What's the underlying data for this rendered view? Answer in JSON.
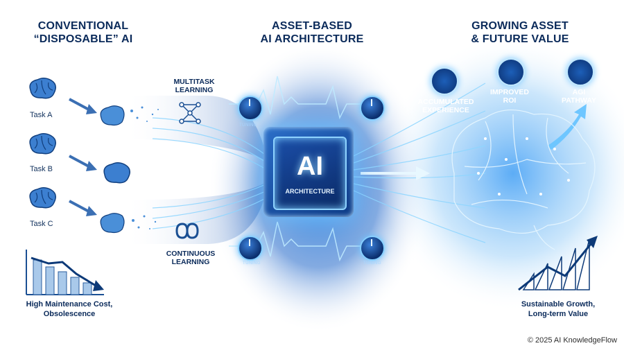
{
  "headings": {
    "left": [
      "CONVENTIONAL",
      "“DISPOSABLE” AI"
    ],
    "center": [
      "ASSET-BASED",
      "AI ARCHITECTURE"
    ],
    "right": [
      "GROWING ASSET",
      "& FUTURE VALUE"
    ]
  },
  "tasks": [
    "Task A",
    "Task B",
    "Task C"
  ],
  "left_inputs": {
    "multitask": [
      "MULTITASK",
      "LEARNING"
    ],
    "continuous": [
      "CONTINUOUS",
      "LEARNING"
    ]
  },
  "chip": {
    "title": "AI",
    "subtitle": "ARCHITECTURE"
  },
  "tuning_label": "TUNING",
  "right_icons": [
    {
      "lines": [
        "ACCUMULATED",
        "EXPERIENCE"
      ],
      "icon": "network-globe-icon"
    },
    {
      "lines": [
        "IMPROVED",
        "ROI"
      ],
      "icon": "growth-chart-icon"
    },
    {
      "lines": [
        "AGI",
        "PATHWAY"
      ],
      "icon": "atom-head-icon"
    }
  ],
  "bottom_left": [
    "High Maintenance Cost,",
    "Obsolescence"
  ],
  "bottom_right": [
    "Sustainable Growth,",
    "Long-term Value"
  ],
  "copyright": "© 2025 AI KnowledgeFlow",
  "colors": {
    "navy": "#0a2a5a",
    "glow": "#6fc3ff",
    "brain": "#3c7fd0"
  }
}
